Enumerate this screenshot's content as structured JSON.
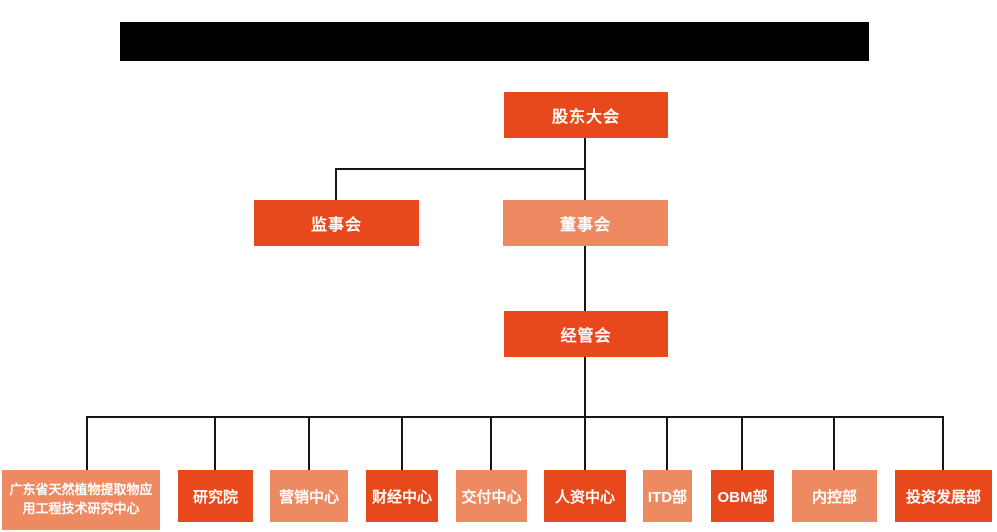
{
  "colors": {
    "primary_orange": "#e8491c",
    "secondary_salmon": "#ee8a62",
    "connector_line": "#161616",
    "title_bar": "#000000",
    "node_text": "#ffffff",
    "background": "#ffffff"
  },
  "org_chart": {
    "type": "org-chart",
    "root": {
      "label": "股东大会"
    },
    "level2": [
      {
        "label": "监事会"
      },
      {
        "label": "董事会"
      }
    ],
    "level3": {
      "label": "经管会"
    },
    "departments": [
      {
        "label": "广东省天然植物提取物应用工程技术研究中心"
      },
      {
        "label": "研究院"
      },
      {
        "label": "营销中心"
      },
      {
        "label": "财经中心"
      },
      {
        "label": "交付中心"
      },
      {
        "label": "人资中心"
      },
      {
        "label": "ITD部"
      },
      {
        "label": "OBM部"
      },
      {
        "label": "内控部"
      },
      {
        "label": "投资发展部"
      }
    ]
  }
}
